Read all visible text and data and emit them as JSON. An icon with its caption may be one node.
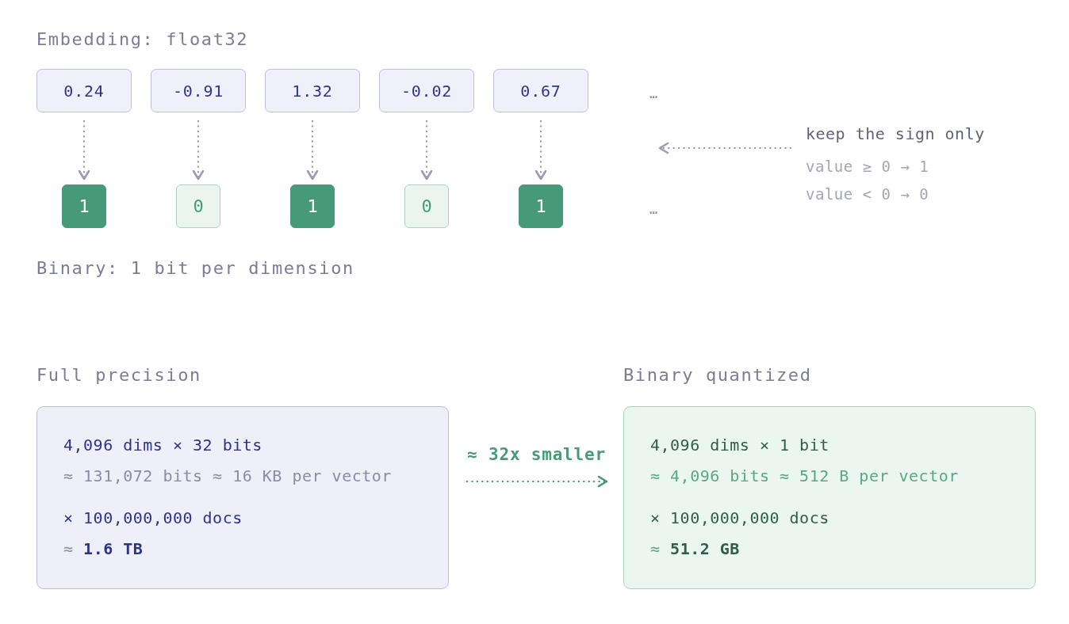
{
  "diagram": {
    "nodes": [
      {
        "text": [
          "0.24"
        ]
      },
      {
        "text": [
          "-0.91"
        ]
      },
      {
        "text": [
          "1.32"
        ]
      },
      {
        "text": [
          "-0.02"
        ]
      },
      {
        "text": [
          "0.67"
        ]
      },
      {
        "text": [
          "1"
        ]
      },
      {
        "text": [
          "0"
        ]
      },
      {
        "text": [
          "1"
        ]
      },
      {
        "text": [
          "0"
        ]
      },
      {
        "text": [
          "1"
        ]
      },
      {
        "text": [
          "keep the sign only",
          "value ≥ 0 → 1",
          "value < 0 → 0"
        ]
      },
      {
        "text": [
          "Full precision",
          "4,096 dims × 32 bits",
          "≈ 131,072 bits ≈ 16 KB per vector",
          "× 100,000,000 docs",
          "≈ **1.6 TB**"
        ]
      },
      {
        "text": [
          "Binary quantized",
          "4,096 dims × 1 bit",
          "≈ 4,096 bits ≈ 512 B per vector",
          "× 100,000,000 docs",
          "≈ **51.2 GB**"
        ]
      }
    ],
    "edges": [
      {
        "from": 0,
        "to": 5,
        "arrow": "to",
        "style": "dashed"
      },
      {
        "from": 1,
        "to": 6,
        "arrow": "to",
        "style": "dashed"
      },
      {
        "from": 2,
        "to": 7,
        "arrow": "to",
        "style": "dashed"
      },
      {
        "from": 3,
        "to": 8,
        "arrow": "to",
        "style": "dashed"
      },
      {
        "from": 4,
        "to": 9,
        "arrow": "to",
        "style": "dashed"
      },
      {
        "from": 10,
        "to": null,
        "arrow": "to",
        "style": "dashed"
      },
      {
        "from": 11,
        "to": 12,
        "arrow": "to",
        "style": "dashed",
        "label": "≈ 32x smaller",
        "color": "#4a9a78"
      }
    ],
    "labels": [
      "Embedding: float32",
      "…",
      "…",
      "Binary: 1 bit per dimension"
    ]
  }
}
